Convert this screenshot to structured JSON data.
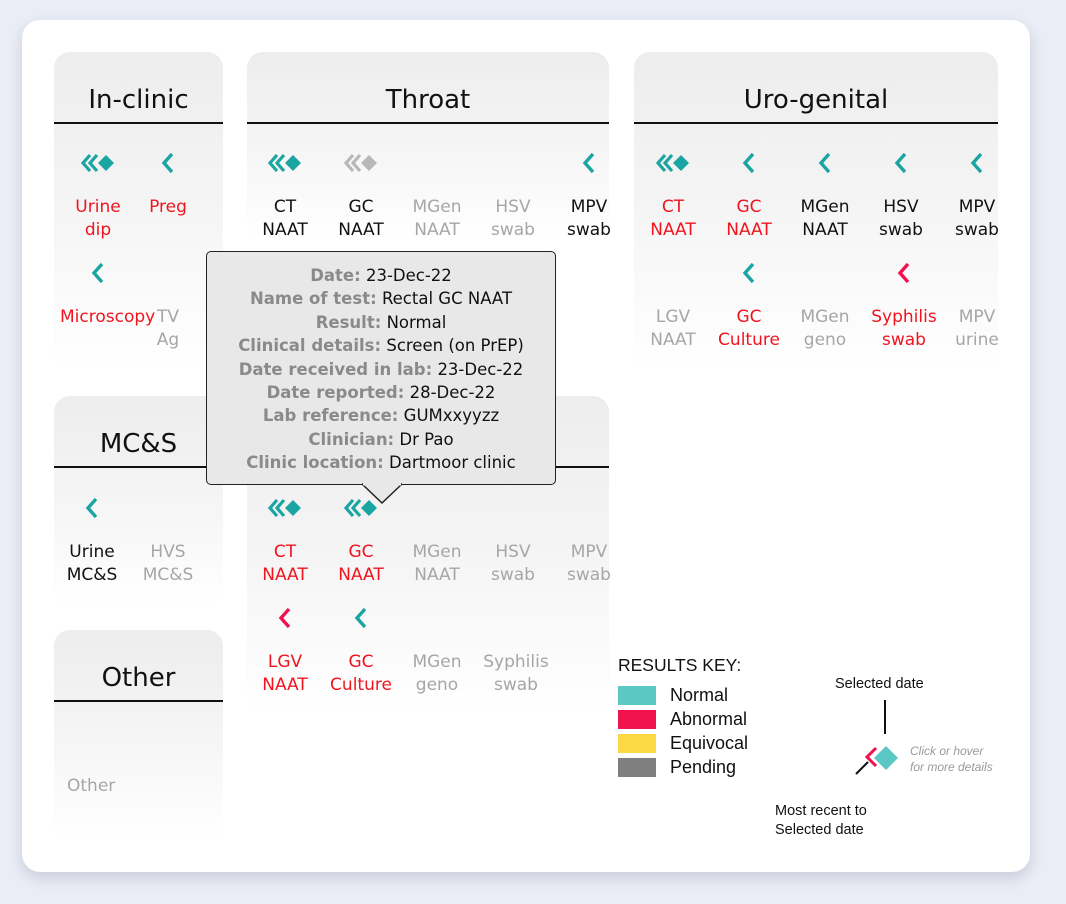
{
  "colors": {
    "normal": "#5cc8c6",
    "abnormal": "#f0134d",
    "equivocal": "#fcd845",
    "pending": "#7f7f7f",
    "accent": "#1aa5a3"
  },
  "panels": {
    "in_clinic": {
      "title": "In-clinic",
      "tests": [
        {
          "line1": "Urine",
          "line2": "dip",
          "icon": "chevron-diamond"
        },
        {
          "line1": "Preg",
          "line2": "",
          "icon": "chevron"
        },
        {
          "line1": "Microscopy",
          "line2": "",
          "icon": "chevron"
        },
        {
          "line1": "TV",
          "line2": "Ag",
          "icon": "none"
        }
      ]
    },
    "throat": {
      "title": "Throat",
      "tests": [
        {
          "line1": "CT",
          "line2": "NAAT",
          "icon": "chevron-diamond"
        },
        {
          "line1": "GC",
          "line2": "NAAT",
          "icon": "chevron-diamond-pending"
        },
        {
          "line1": "MGen",
          "line2": "NAAT",
          "icon": "none"
        },
        {
          "line1": "HSV",
          "line2": "swab",
          "icon": "none"
        },
        {
          "line1": "MPV",
          "line2": "swab",
          "icon": "chevron"
        }
      ]
    },
    "uro_genital": {
      "title": "Uro-genital",
      "tests": [
        {
          "line1": "CT",
          "line2": "NAAT",
          "icon": "chevron-diamond"
        },
        {
          "line1": "GC",
          "line2": "NAAT",
          "icon": "chevron"
        },
        {
          "line1": "MGen",
          "line2": "NAAT",
          "icon": "chevron"
        },
        {
          "line1": "HSV",
          "line2": "swab",
          "icon": "chevron"
        },
        {
          "line1": "MPV",
          "line2": "swab",
          "icon": "chevron"
        },
        {
          "line1": "LGV",
          "line2": "NAAT",
          "icon": "none"
        },
        {
          "line1": "GC",
          "line2": "Culture",
          "icon": "chevron"
        },
        {
          "line1": "MGen",
          "line2": "geno",
          "icon": "none"
        },
        {
          "line1": "Syphilis",
          "line2": "swab",
          "icon": "chevron-abnormal"
        },
        {
          "line1": "MPV",
          "line2": "urine",
          "icon": "none"
        }
      ]
    },
    "mcs": {
      "title": "MC&S",
      "tests": [
        {
          "line1": "Urine",
          "line2": "MC&S",
          "icon": "chevron"
        },
        {
          "line1": "HVS",
          "line2": "MC&S",
          "icon": "none"
        }
      ]
    },
    "rectal": {
      "tests": [
        {
          "line1": "CT",
          "line2": "NAAT",
          "icon": "chevron-diamond"
        },
        {
          "line1": "GC",
          "line2": "NAAT",
          "icon": "chevron-diamond"
        },
        {
          "line1": "MGen",
          "line2": "NAAT",
          "icon": "none"
        },
        {
          "line1": "HSV",
          "line2": "swab",
          "icon": "none"
        },
        {
          "line1": "MPV",
          "line2": "swab",
          "icon": "none"
        },
        {
          "line1": "LGV",
          "line2": "NAAT",
          "icon": "chevron-abnormal"
        },
        {
          "line1": "GC",
          "line2": "Culture",
          "icon": "chevron"
        },
        {
          "line1": "MGen",
          "line2": "geno",
          "icon": "none"
        },
        {
          "line1": "Syphilis",
          "line2": "swab",
          "icon": "none"
        }
      ]
    },
    "other": {
      "title": "Other",
      "item": "Other"
    }
  },
  "tooltip": {
    "date_label": "Date:",
    "date": "23-Dec-22",
    "test_label": "Name of test:",
    "test": "Rectal GC NAAT",
    "result_label": "Result:",
    "result": "Normal",
    "clinical_label": "Clinical details:",
    "clinical": "Screen (on PrEP)",
    "received_label": "Date received in lab:",
    "received": "23-Dec-22",
    "reported_label": "Date reported:",
    "reported": "28-Dec-22",
    "ref_label": "Lab reference:",
    "ref": "GUMxxyyzz",
    "clinician_label": "Clinician:",
    "clinician": "Dr Pao",
    "location_label": "Clinic location:",
    "location": "Dartmoor clinic"
  },
  "key": {
    "title": "RESULTS KEY:",
    "items": [
      "Normal",
      "Abnormal",
      "Equivocal",
      "Pending"
    ],
    "selected_date": "Selected date",
    "hint_line1": "Click or hover",
    "hint_line2": "for more details",
    "recent_line1": "Most recent to",
    "recent_line2": "Selected date"
  }
}
